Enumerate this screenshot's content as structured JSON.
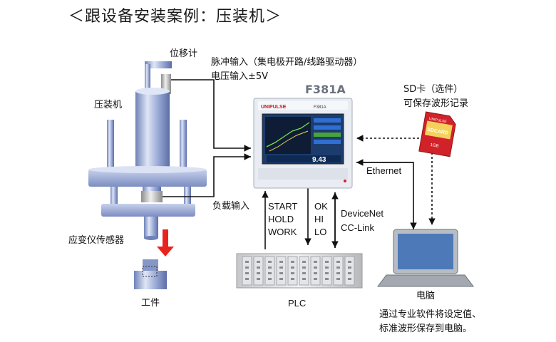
{
  "title": "＜跟设备安装案例：压装机＞",
  "labels": {
    "displacement_meter": "位移计",
    "press_machine": "压装机",
    "strain_sensor": "应变仪传感器",
    "workpiece": "工件",
    "pulse_input_line1": "脉冲输入（集电极开路/线路驱动器）",
    "pulse_input_line2": "电压输入±5V",
    "load_input": "负载输入",
    "device_model": "F381A",
    "sd_card_line1": "SD卡（选件）",
    "sd_card_line2": "可保存波形记录",
    "ethernet": "Ethernet",
    "computer": "电脑",
    "plc": "PLC",
    "input_signals": [
      "START",
      "HOLD",
      "WORK"
    ],
    "output_signals": [
      "OK",
      "HI",
      "LO"
    ],
    "fieldbus": [
      "DeviceNet",
      "CC-Link"
    ],
    "note_line1": "通过专业软件将设定值、",
    "note_line2": "标准波形保存到电脑。"
  },
  "device_screen": {
    "brand": "UNIPULSE",
    "model_small": "F381A",
    "readout": "9.43"
  },
  "sd_card": {
    "brand": "UNIPULSE",
    "text": "SDCARD",
    "capacity": "1GB"
  },
  "colors": {
    "machine_blue": "#8fa1d2",
    "arrow_red": "#e8231e",
    "device_body": "#e9edf3",
    "sd_red": "#d12229"
  }
}
